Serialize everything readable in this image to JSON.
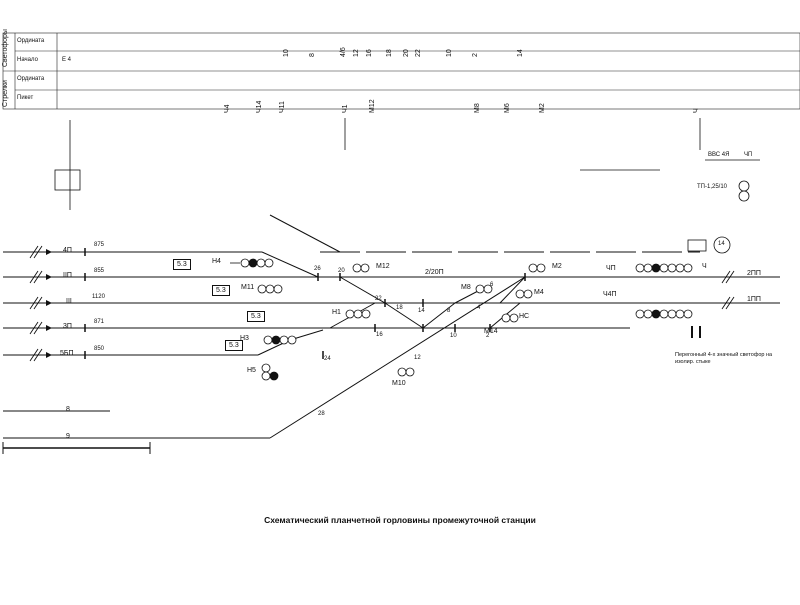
{
  "caption": "Схематический планчетной горловины промежуточной станции",
  "table": {
    "side_labels": [
      "Светофоры",
      "Стрелки"
    ],
    "rows": [
      "Ордината",
      "Начало",
      "Ордината",
      "Пикет"
    ],
    "left_value": "Е 4",
    "top_values": [
      "10",
      "8",
      "4/6",
      "12",
      "16",
      "18",
      "20",
      "22",
      "10",
      "2",
      "14"
    ],
    "bottom_values": [
      "Ч4",
      "Ч14",
      "Ч11",
      "Ч1",
      "М12",
      "М8",
      "М6",
      "М2",
      "Ч"
    ]
  },
  "tracks": {
    "labels": [
      "4П",
      "IIП",
      "III",
      "3П",
      "5БП",
      "8",
      "9"
    ],
    "lengths": [
      "875",
      "855",
      "1120",
      "871",
      "850"
    ],
    "right_labels": [
      "2ПП",
      "1ПП"
    ]
  },
  "switches": [
    "26",
    "20",
    "22",
    "18",
    "16",
    "14",
    "12",
    "10",
    "8",
    "6",
    "4",
    "2",
    "24",
    "28"
  ],
  "signals": [
    "Н4",
    "М12",
    "М11",
    "Н1",
    "Н3",
    "Н5",
    "М10",
    "М8",
    "М4",
    "НС",
    "М2",
    "Ч",
    "ЧП",
    "Ч4П",
    "М14"
  ],
  "boxes": [
    "5.3",
    "5.3",
    "5.3",
    "5.3"
  ],
  "center_label": "2/20П",
  "top_right": [
    "ВВС 4Я",
    "ЧП",
    "ТП-1,25/10",
    "14"
  ],
  "marker_14": "14",
  "note": "Перегонный 4-х значный светофор на изолир. стыке"
}
